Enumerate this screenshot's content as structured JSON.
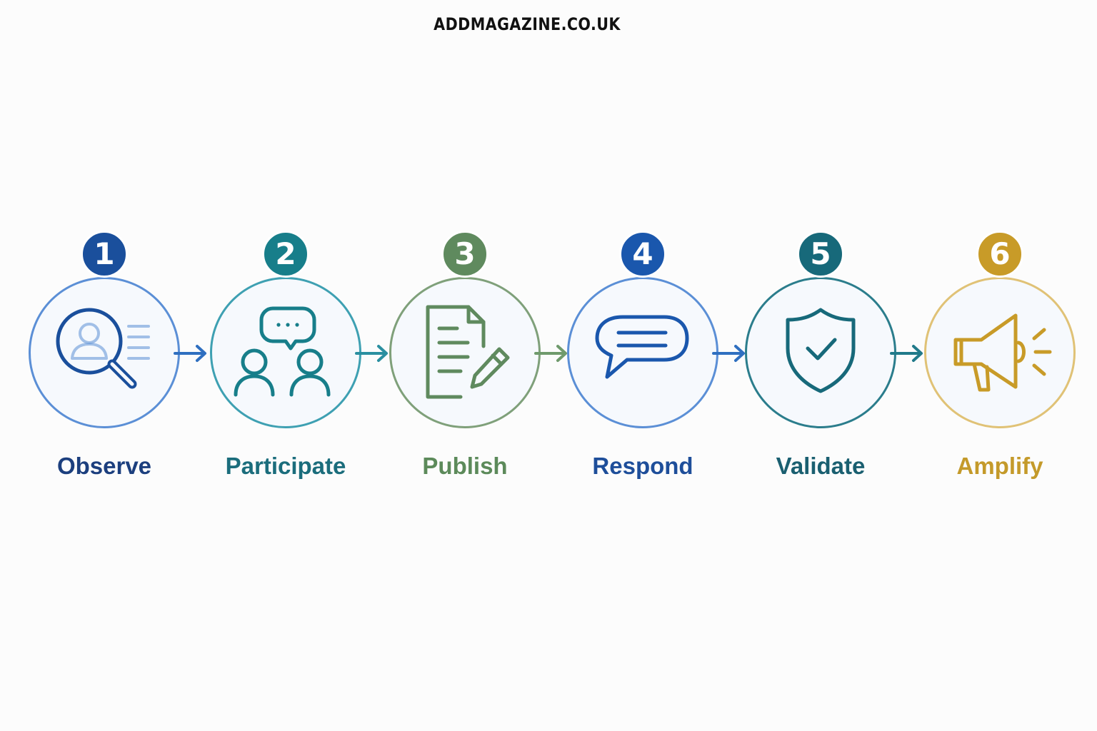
{
  "site": {
    "title": "ADDMAGAZINE.CO.UK"
  },
  "steps": [
    {
      "number": "1",
      "label": "Observe",
      "icon": "magnifier-person-icon",
      "color": "#1a4f9c",
      "ring_color": "#5b8fd6",
      "label_color": "#1c3f7e"
    },
    {
      "number": "2",
      "label": "Participate",
      "icon": "people-chat-icon",
      "color": "#177e8a",
      "ring_color": "#3ea0b2",
      "label_color": "#1b6d7c"
    },
    {
      "number": "3",
      "label": "Publish",
      "icon": "document-pencil-icon",
      "color": "#5f8a5e",
      "ring_color": "#7fa07a",
      "label_color": "#5c8a5a"
    },
    {
      "number": "4",
      "label": "Respond",
      "icon": "speech-bubble-icon",
      "color": "#1a57ad",
      "ring_color": "#5b8fd6",
      "label_color": "#1e4e9a"
    },
    {
      "number": "5",
      "label": "Validate",
      "icon": "shield-check-icon",
      "color": "#17697a",
      "ring_color": "#2b7d8c",
      "label_color": "#1a5f70"
    },
    {
      "number": "6",
      "label": "Amplify",
      "icon": "megaphone-icon",
      "color": "#c89b28",
      "ring_color": "#e0c276",
      "label_color": "#c49a2a"
    }
  ],
  "connectors": [
    {
      "from": "1",
      "to": "2",
      "color": "#2f6fc0"
    },
    {
      "from": "2",
      "to": "3",
      "color": "#2a8fa0"
    },
    {
      "from": "3",
      "to": "4",
      "color": "#6f9a6c"
    },
    {
      "from": "4",
      "to": "5",
      "color": "#2f6fc0"
    },
    {
      "from": "5",
      "to": "6",
      "color": "#217a8a"
    }
  ]
}
